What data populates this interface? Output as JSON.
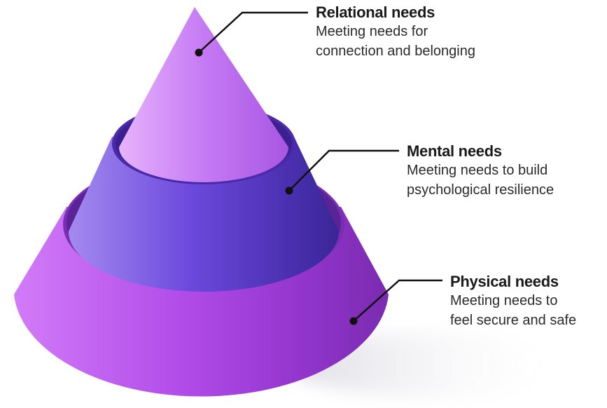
{
  "tiers": [
    {
      "title": "Relational needs",
      "description_lines": [
        "Meeting needs for",
        "connection and belonging"
      ]
    },
    {
      "title": "Mental needs",
      "description_lines": [
        "Meeting needs to build",
        "psychological resilience"
      ]
    },
    {
      "title": "Physical needs",
      "description_lines": [
        "Meeting needs to",
        "feel secure and safe"
      ]
    }
  ],
  "colors": {
    "relational": "#c77cf5",
    "mental": "#6a45d8",
    "physical": "#b24be8",
    "leader_line": "#111111"
  }
}
